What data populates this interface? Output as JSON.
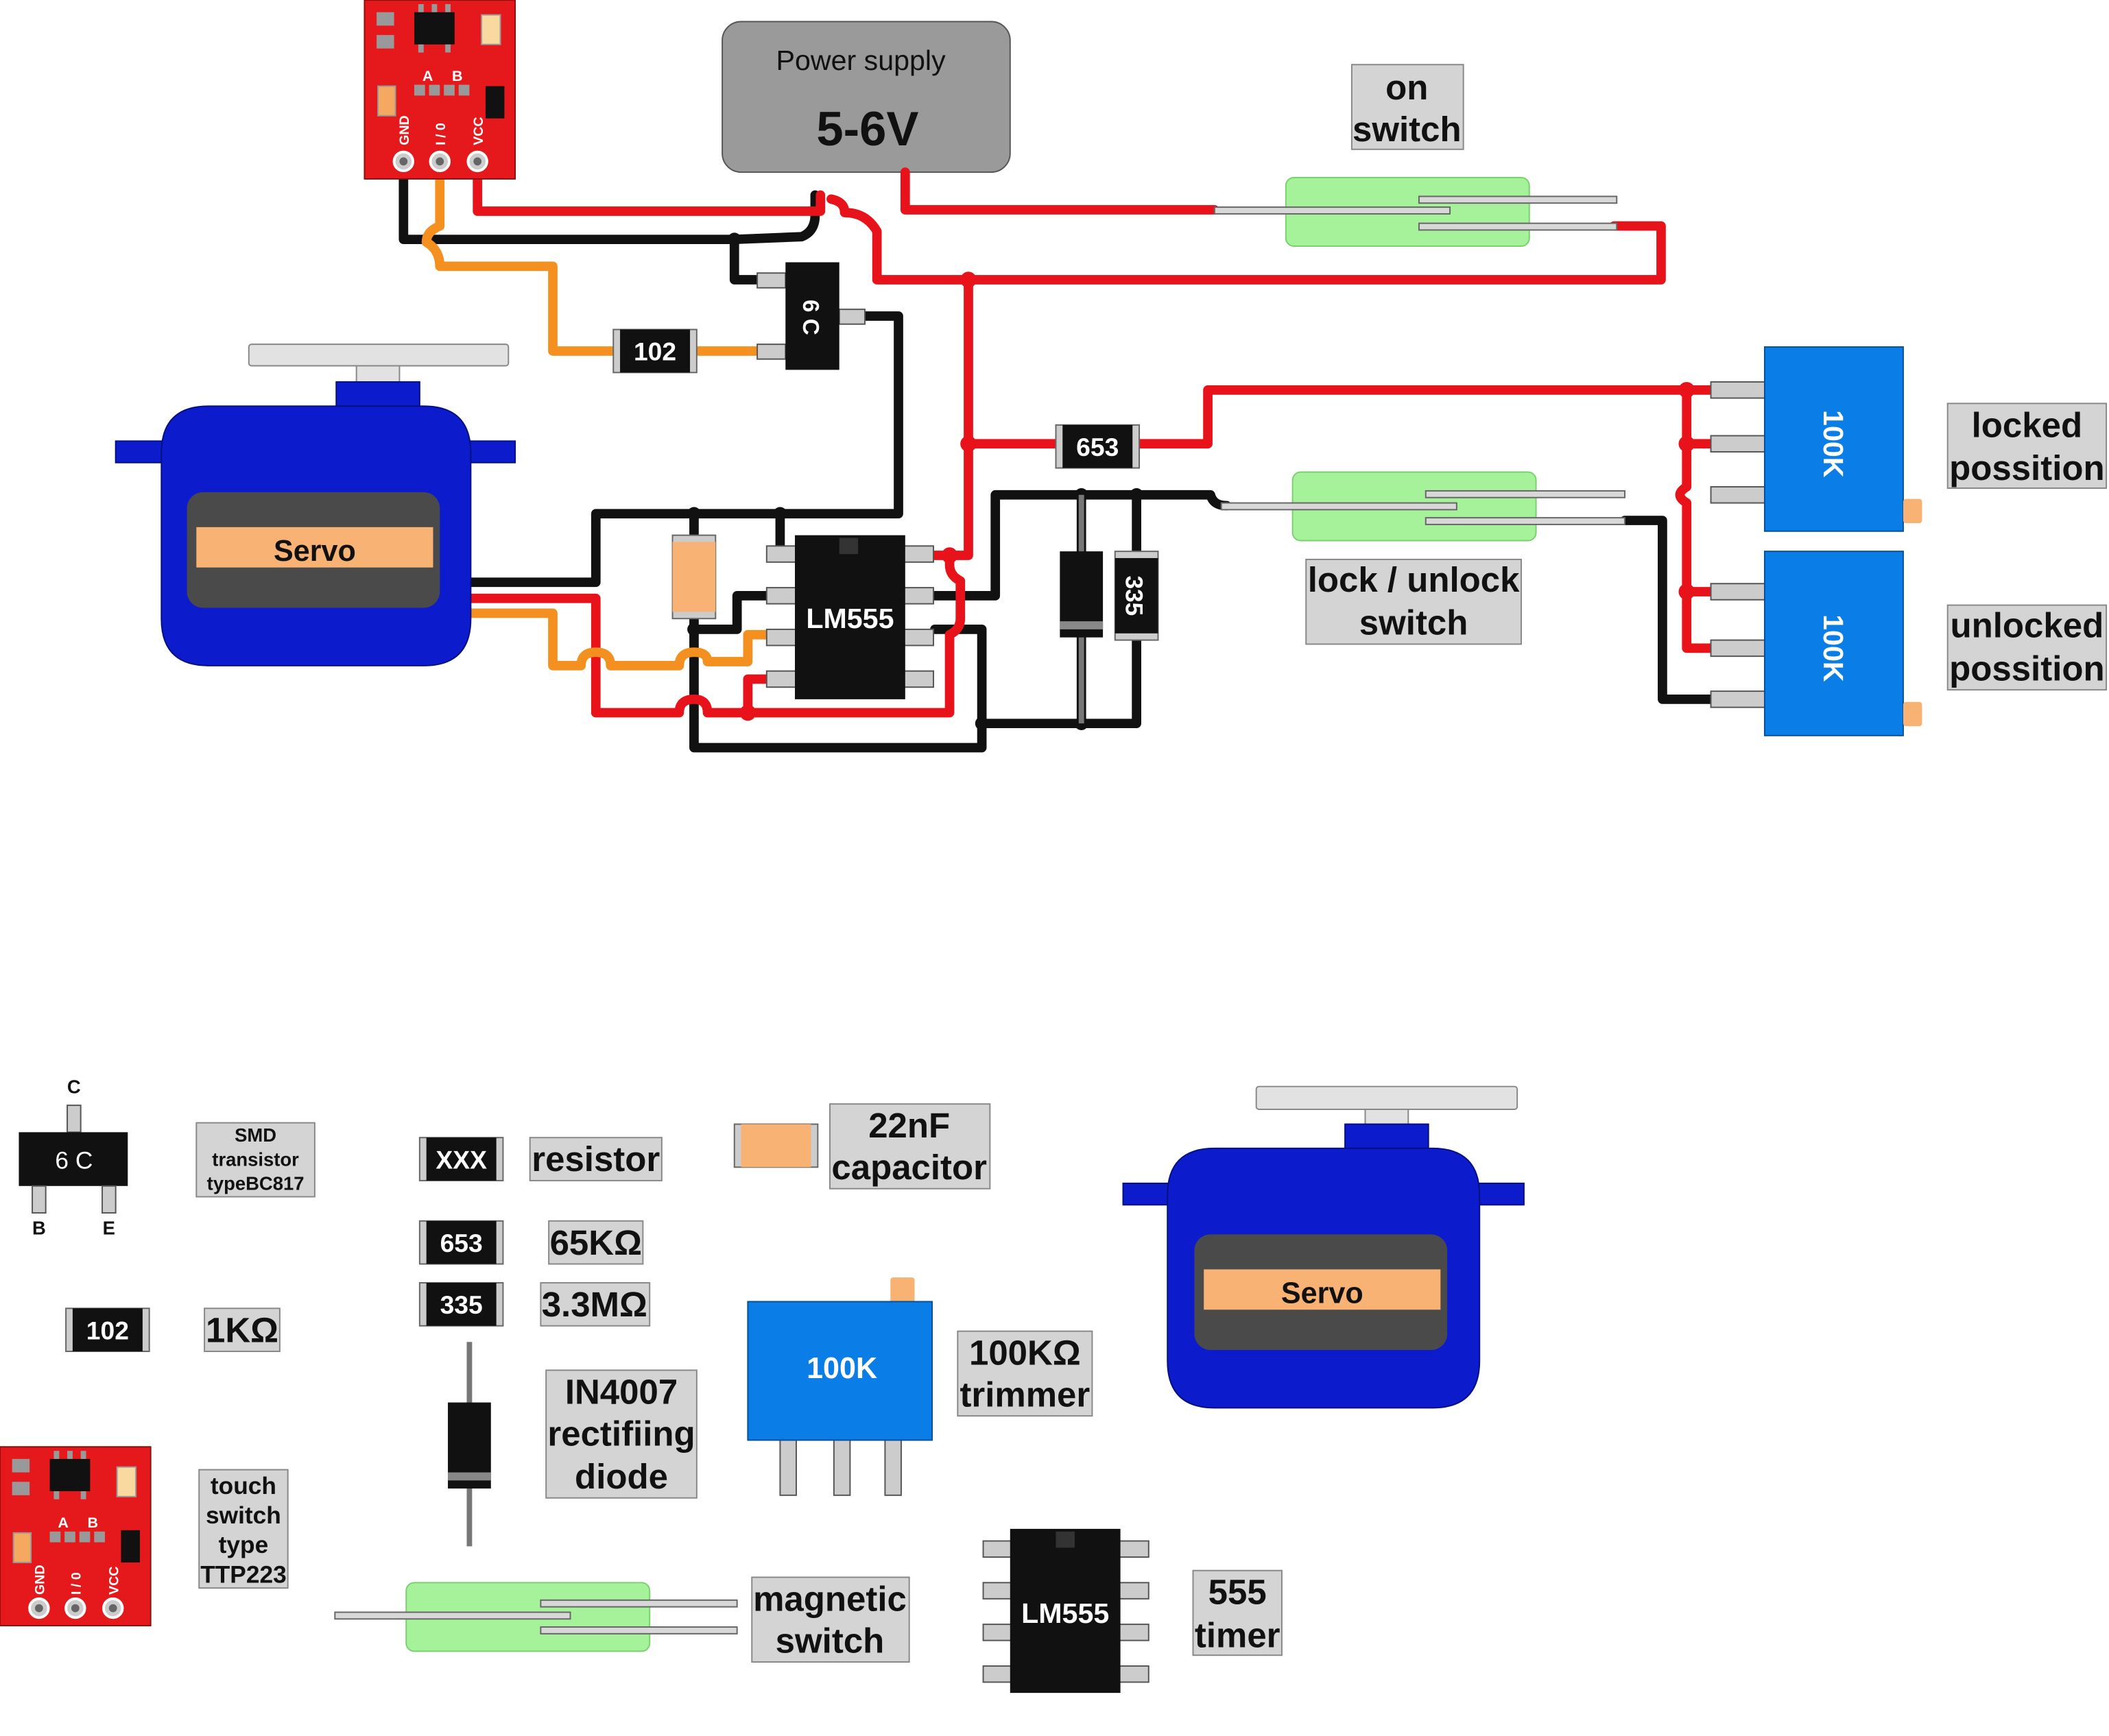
{
  "power_supply": {
    "title": "Power supply",
    "voltage": "5-6V"
  },
  "touch_board": {
    "pad_a": "A",
    "pad_b": "B",
    "pin_gnd": "GND",
    "pin_io": "I / 0",
    "pin_vcc": "VCC"
  },
  "transistor": {
    "marking": "6 C",
    "pin_c": "C",
    "pin_b": "B",
    "pin_e": "E"
  },
  "resistors": {
    "r1k": "102",
    "r65k": "653",
    "r33m": "335",
    "generic": "XXX"
  },
  "timer_chip": "LM555",
  "servo_label": "Servo",
  "trimmer_marking": "100K",
  "switch_labels": {
    "on": [
      "on",
      "switch"
    ],
    "lock": [
      "lock / unlock",
      "switch"
    ],
    "locked": [
      "locked",
      "possition"
    ],
    "unlocked": [
      "unlocked",
      "possition"
    ]
  },
  "legend": {
    "transistor": [
      "SMD",
      "transistor",
      "typeBC817"
    ],
    "resistor": [
      "resistor"
    ],
    "r65k": [
      "65KΩ"
    ],
    "r33m": [
      "3.3MΩ"
    ],
    "r1k": [
      "1KΩ"
    ],
    "capacitor": [
      "22nF",
      "capacitor"
    ],
    "trimmer": [
      "100KΩ",
      "trimmer"
    ],
    "diode": [
      "IN4007",
      "rectifiing",
      "diode"
    ],
    "touch": [
      "touch",
      "switch",
      "type",
      "TTP223"
    ],
    "magnetic": [
      "magnetic",
      "switch"
    ],
    "timer": [
      "555",
      "timer"
    ]
  },
  "colors": {
    "wire_red": "#e8131a",
    "wire_black": "#111111",
    "wire_orange": "#f3901f",
    "servo_blue": "#0c1ccc",
    "trimmer_blue": "#0a7ee6",
    "board_red": "#e5191c",
    "reed_green": "#a6f29a",
    "label_gray": "#d4d4d4",
    "supply_gray": "#9a9a9a",
    "capacitor_orange": "#f8b273"
  }
}
